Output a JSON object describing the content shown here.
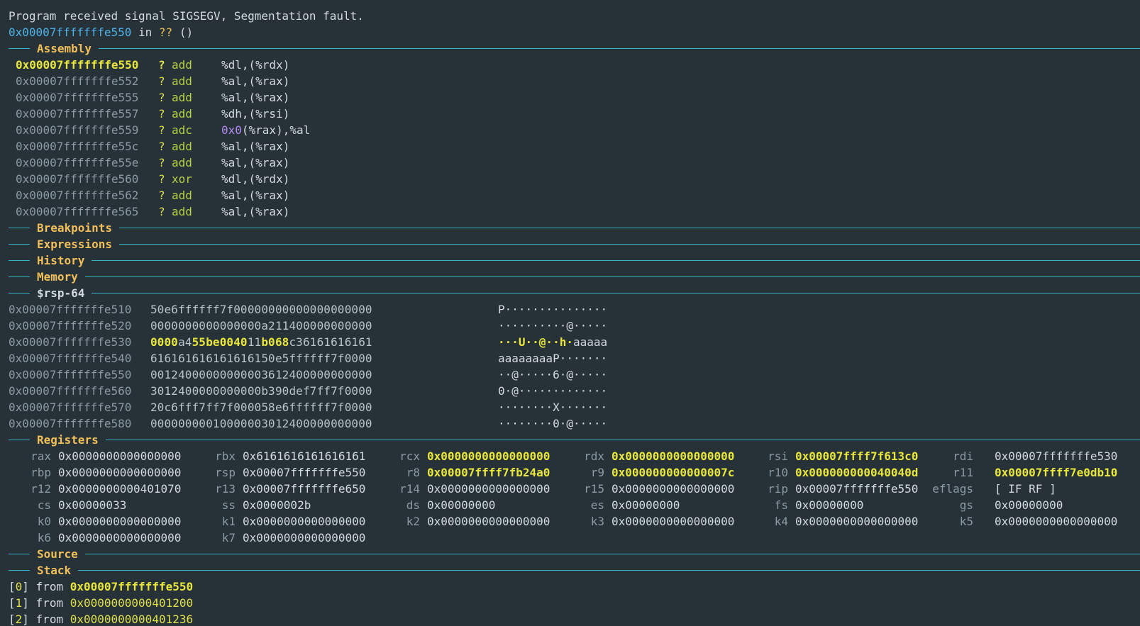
{
  "status": {
    "signal_line": "Program received signal SIGSEGV, Segmentation fault.",
    "frame_addr": "0x00007fffffffe550",
    "frame_in": " in ",
    "frame_fn": "??",
    "frame_args": " ()"
  },
  "sections": {
    "assembly": "Assembly",
    "breakpoints": "Breakpoints",
    "expressions": "Expressions",
    "history": "History",
    "memory": "Memory",
    "memory_expr": "$rsp-64",
    "registers": "Registers",
    "source": "Source",
    "stack": "Stack"
  },
  "assembly": [
    {
      "addr": "0x00007fffffffe550",
      "q": "?",
      "mnem": "add",
      "ops": "%dl,(%rdx)",
      "current": true
    },
    {
      "addr": "0x00007fffffffe552",
      "q": "?",
      "mnem": "add",
      "ops": "%al,(%rax)"
    },
    {
      "addr": "0x00007fffffffe555",
      "q": "?",
      "mnem": "add",
      "ops": "%al,(%rax)"
    },
    {
      "addr": "0x00007fffffffe557",
      "q": "?",
      "mnem": "add",
      "ops": "%dh,(%rsi)"
    },
    {
      "addr": "0x00007fffffffe559",
      "q": "?",
      "mnem": "adc",
      "imm": "0x0",
      "ops": "(%rax),%al"
    },
    {
      "addr": "0x00007fffffffe55c",
      "q": "?",
      "mnem": "add",
      "ops": "%al,(%rax)"
    },
    {
      "addr": "0x00007fffffffe55e",
      "q": "?",
      "mnem": "add",
      "ops": "%al,(%rax)"
    },
    {
      "addr": "0x00007fffffffe560",
      "q": "?",
      "mnem": "xor",
      "ops": "%dl,(%rdx)"
    },
    {
      "addr": "0x00007fffffffe562",
      "q": "?",
      "mnem": "add",
      "ops": "%al,(%rax)"
    },
    {
      "addr": "0x00007fffffffe565",
      "q": "?",
      "mnem": "add",
      "ops": "%al,(%rax)"
    }
  ],
  "memory": [
    {
      "addr": "0x00007fffffffe510",
      "bytes": [
        "50",
        "e6",
        "ff",
        "ff",
        "ff",
        "7f",
        "00",
        "00",
        "00",
        "00",
        "00",
        "00",
        "00",
        "00",
        "00",
        "00"
      ],
      "hl": [],
      "ascii": "P···············",
      "ascii_hl": ""
    },
    {
      "addr": "0x00007fffffffe520",
      "bytes": [
        "00",
        "00",
        "00",
        "00",
        "00",
        "00",
        "00",
        "00",
        "a2",
        "11",
        "40",
        "00",
        "00",
        "00",
        "00",
        "00"
      ],
      "hl": [],
      "ascii": "··········@·····",
      "ascii_hl": ""
    },
    {
      "addr": "0x00007fffffffe530",
      "bytes": [
        "00",
        "00",
        "a4",
        "55",
        "be",
        "00",
        "40",
        "11",
        "b0",
        "68",
        "c3",
        "61",
        "61",
        "61",
        "61",
        "61"
      ],
      "hl": [
        0,
        1,
        3,
        4,
        5,
        6,
        8,
        9
      ],
      "ascii": "aaaaa",
      "ascii_hl": "···U··@··h·"
    },
    {
      "addr": "0x00007fffffffe540",
      "bytes": [
        "61",
        "61",
        "61",
        "61",
        "61",
        "61",
        "61",
        "61",
        "50",
        "e5",
        "ff",
        "ff",
        "ff",
        "7f",
        "00",
        "00"
      ],
      "hl": [],
      "ascii": "aaaaaaaaP·······",
      "ascii_hl": ""
    },
    {
      "addr": "0x00007fffffffe550",
      "bytes": [
        "00",
        "12",
        "40",
        "00",
        "00",
        "00",
        "00",
        "00",
        "36",
        "12",
        "40",
        "00",
        "00",
        "00",
        "00",
        "00"
      ],
      "hl": [],
      "ascii": "··@·····6·@·····",
      "ascii_hl": ""
    },
    {
      "addr": "0x00007fffffffe560",
      "bytes": [
        "30",
        "12",
        "40",
        "00",
        "00",
        "00",
        "00",
        "00",
        "b3",
        "90",
        "de",
        "f7",
        "ff",
        "7f",
        "00",
        "00"
      ],
      "hl": [],
      "ascii": "0·@·············",
      "ascii_hl": ""
    },
    {
      "addr": "0x00007fffffffe570",
      "bytes": [
        "20",
        "c6",
        "ff",
        "f7",
        "ff",
        "7f",
        "00",
        "00",
        "58",
        "e6",
        "ff",
        "ff",
        "ff",
        "7f",
        "00",
        "00"
      ],
      "hl": [],
      "ascii": "········X·······",
      "ascii_hl": ""
    },
    {
      "addr": "0x00007fffffffe580",
      "bytes": [
        "00",
        "00",
        "00",
        "00",
        "01",
        "00",
        "00",
        "00",
        "30",
        "12",
        "40",
        "00",
        "00",
        "00",
        "00",
        "00"
      ],
      "hl": [],
      "ascii": "········0·@·····",
      "ascii_hl": ""
    }
  ],
  "registers": [
    [
      {
        "name": "rax",
        "value": "0x0000000000000000"
      },
      {
        "name": "rbx",
        "value": "0x6161616161616161"
      },
      {
        "name": "rcx",
        "value": "0x0000000000000000",
        "changed": true
      },
      {
        "name": "rdx",
        "value": "0x0000000000000000",
        "changed": true
      },
      {
        "name": "rsi",
        "value": "0x00007ffff7f613c0",
        "changed": true
      },
      {
        "name": "rdi",
        "value": "0x00007fffffffe530"
      }
    ],
    [
      {
        "name": "rbp",
        "value": "0x0000000000000000"
      },
      {
        "name": "rsp",
        "value": "0x00007fffffffe550"
      },
      {
        "name": "r8",
        "value": "0x00007ffff7fb24a0",
        "changed": true
      },
      {
        "name": "r9",
        "value": "0x000000000000007c",
        "changed": true
      },
      {
        "name": "r10",
        "value": "0x000000000040040d",
        "changed": true
      },
      {
        "name": "r11",
        "value": "0x00007ffff7e0db10",
        "changed": true
      }
    ],
    [
      {
        "name": "r12",
        "value": "0x0000000000401070"
      },
      {
        "name": "r13",
        "value": "0x00007fffffffe650"
      },
      {
        "name": "r14",
        "value": "0x0000000000000000"
      },
      {
        "name": "r15",
        "value": "0x0000000000000000"
      },
      {
        "name": "rip",
        "value": "0x00007fffffffe550"
      },
      {
        "name": "eflags",
        "value": "[ IF RF ]"
      }
    ],
    [
      {
        "name": "cs",
        "value": "0x00000033"
      },
      {
        "name": "ss",
        "value": "0x0000002b"
      },
      {
        "name": "ds",
        "value": "0x00000000"
      },
      {
        "name": "es",
        "value": "0x00000000"
      },
      {
        "name": "fs",
        "value": "0x00000000"
      },
      {
        "name": "gs",
        "value": "0x00000000"
      }
    ],
    [
      {
        "name": "k0",
        "value": "0x0000000000000000"
      },
      {
        "name": "k1",
        "value": "0x0000000000000000"
      },
      {
        "name": "k2",
        "value": "0x0000000000000000"
      },
      {
        "name": "k3",
        "value": "0x0000000000000000"
      },
      {
        "name": "k4",
        "value": "0x0000000000000000"
      },
      {
        "name": "k5",
        "value": "0x0000000000000000"
      }
    ],
    [
      {
        "name": "k6",
        "value": "0x0000000000000000"
      },
      {
        "name": "k7",
        "value": "0x0000000000000000"
      }
    ]
  ],
  "stack": [
    {
      "index": "0",
      "from": "from",
      "addr": "0x00007fffffffe550",
      "current": true
    },
    {
      "index": "1",
      "from": "from",
      "addr": "0x0000000000401200"
    },
    {
      "index": "2",
      "from": "from",
      "addr": "0x0000000000401236"
    }
  ],
  "colors": {
    "background": "#263238",
    "rule": "#36b3c4",
    "section_title": "#f0bf5a",
    "highlight": "#e8e63a",
    "mnemonic": "#b6d344",
    "address": "#4fb3e8"
  }
}
